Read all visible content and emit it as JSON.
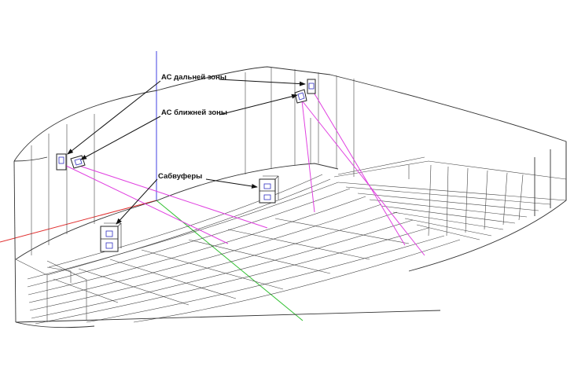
{
  "labels": {
    "far_zone": "АС дальней зоны",
    "near_zone": "АС ближней зоны",
    "subwoofers": "Сабвуферы"
  },
  "colors": {
    "wireframe": "#333333",
    "beam": "#e040e0",
    "axis_x": "#e03030",
    "axis_y": "#30c030",
    "axis_z": "#4040e0",
    "speaker_inner": "#3030c0"
  }
}
